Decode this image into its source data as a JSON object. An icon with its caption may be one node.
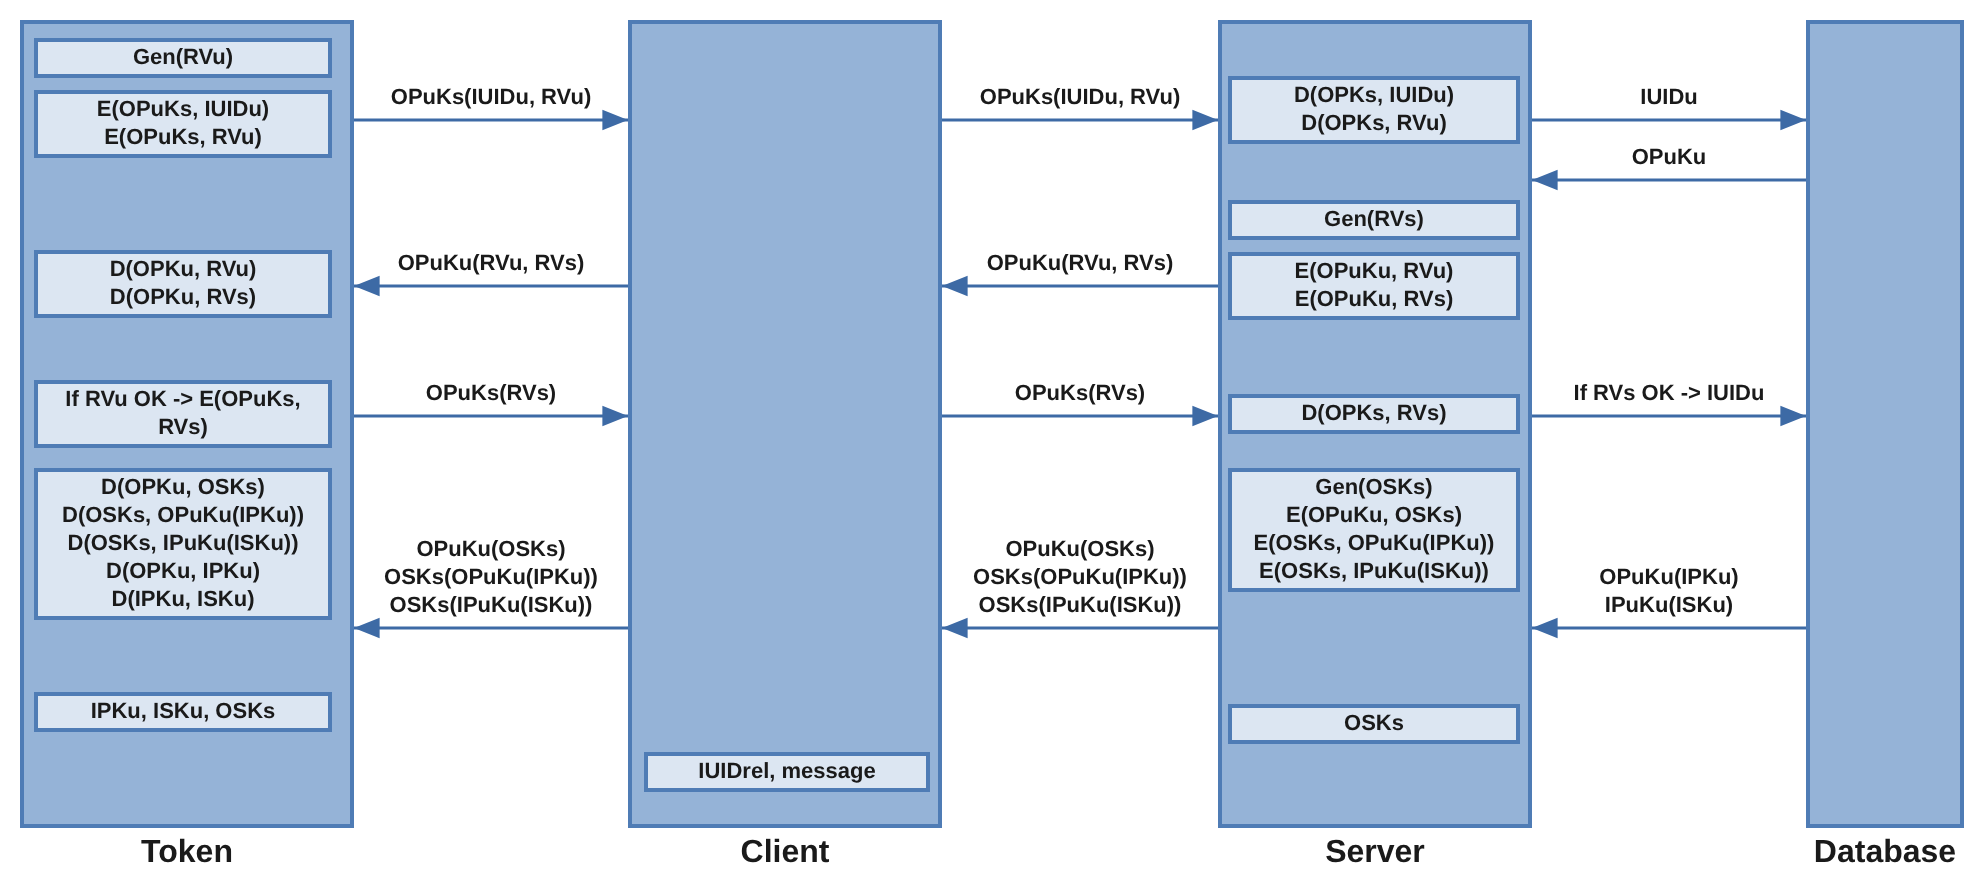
{
  "diagram": {
    "nodes": [
      {
        "text": [
          "Token"
        ]
      },
      {
        "text": [
          "Gen(RVu)"
        ],
        "in": 0
      },
      {
        "text": [
          "E(OPuKs, IUIDu)",
          "E(OPuKs, RVu)"
        ],
        "in": 0
      },
      {
        "text": [
          "D(OPKu, RVu)",
          "D(OPKu, RVs)"
        ],
        "in": 0
      },
      {
        "text": [
          "If RVu OK -> E(OPuKs, RVs)"
        ],
        "in": 0
      },
      {
        "text": [
          "D(OPKu, OSKs)",
          "D(OSKs, OPuKu(IPKu))",
          "D(OSKs, IPuKu(ISKu))",
          "D(OPKu, IPKu)",
          "D(IPKu, ISKu)"
        ],
        "in": 0
      },
      {
        "text": [
          "IPKu, ISKu, OSKs"
        ],
        "in": 0
      },
      {
        "text": [
          "Client"
        ]
      },
      {
        "text": [
          "IUIDrel, message"
        ],
        "in": 7
      },
      {
        "text": [
          "Server"
        ]
      },
      {
        "text": [
          "D(OPKs, IUIDu)",
          "D(OPKs, RVu)"
        ],
        "in": 9
      },
      {
        "text": [
          "Gen(RVs)"
        ],
        "in": 9
      },
      {
        "text": [
          "E(OPuKu, RVu)",
          "E(OPuKu, RVs)"
        ],
        "in": 9
      },
      {
        "text": [
          "D(OPKs, RVs)"
        ],
        "in": 9
      },
      {
        "text": [
          "Gen(OSKs)",
          "E(OPuKu, OSKs)",
          "E(OSKs, OPuKu(IPKu))",
          "E(OSKs, IPuKu(ISKu))"
        ],
        "in": 9
      },
      {
        "text": [
          "OSKs"
        ],
        "in": 9
      },
      {
        "text": [
          "Database"
        ]
      }
    ],
    "edges": [
      {
        "from": 0,
        "to": 7,
        "arrow": "to",
        "label": "OPuKs(IUIDu, RVu)"
      },
      {
        "from": 7,
        "to": 9,
        "arrow": "to",
        "label": "OPuKs(IUIDu, RVu)"
      },
      {
        "from": 9,
        "to": 16,
        "arrow": "to",
        "label": "IUIDu"
      },
      {
        "from": 16,
        "to": 9,
        "arrow": "to",
        "label": "OPuKu"
      },
      {
        "from": 9,
        "to": 7,
        "arrow": "to",
        "label": "OPuKu(RVu, RVs)"
      },
      {
        "from": 7,
        "to": 0,
        "arrow": "to",
        "label": "OPuKu(RVu, RVs)"
      },
      {
        "from": 0,
        "to": 7,
        "arrow": "to",
        "label": "OPuKs(RVs)"
      },
      {
        "from": 7,
        "to": 9,
        "arrow": "to",
        "label": "OPuKs(RVs)"
      },
      {
        "from": 9,
        "to": 16,
        "arrow": "to",
        "label": "If RVs OK -> IUIDu"
      },
      {
        "from": 16,
        "to": 9,
        "arrow": "to",
        "label": "OPuKu(IPKu) IPuKu(ISKu)"
      },
      {
        "from": 9,
        "to": 7,
        "arrow": "to",
        "label": "OPuKu(OSKs) OSKs(OPuKu(IPKu)) OSKs(IPuKu(ISKu))"
      },
      {
        "from": 7,
        "to": 0,
        "arrow": "to",
        "label": "OPuKu(OSKs) OSKs(OPuKu(IPKu)) OSKs(IPuKu(ISKu))"
      }
    ]
  }
}
